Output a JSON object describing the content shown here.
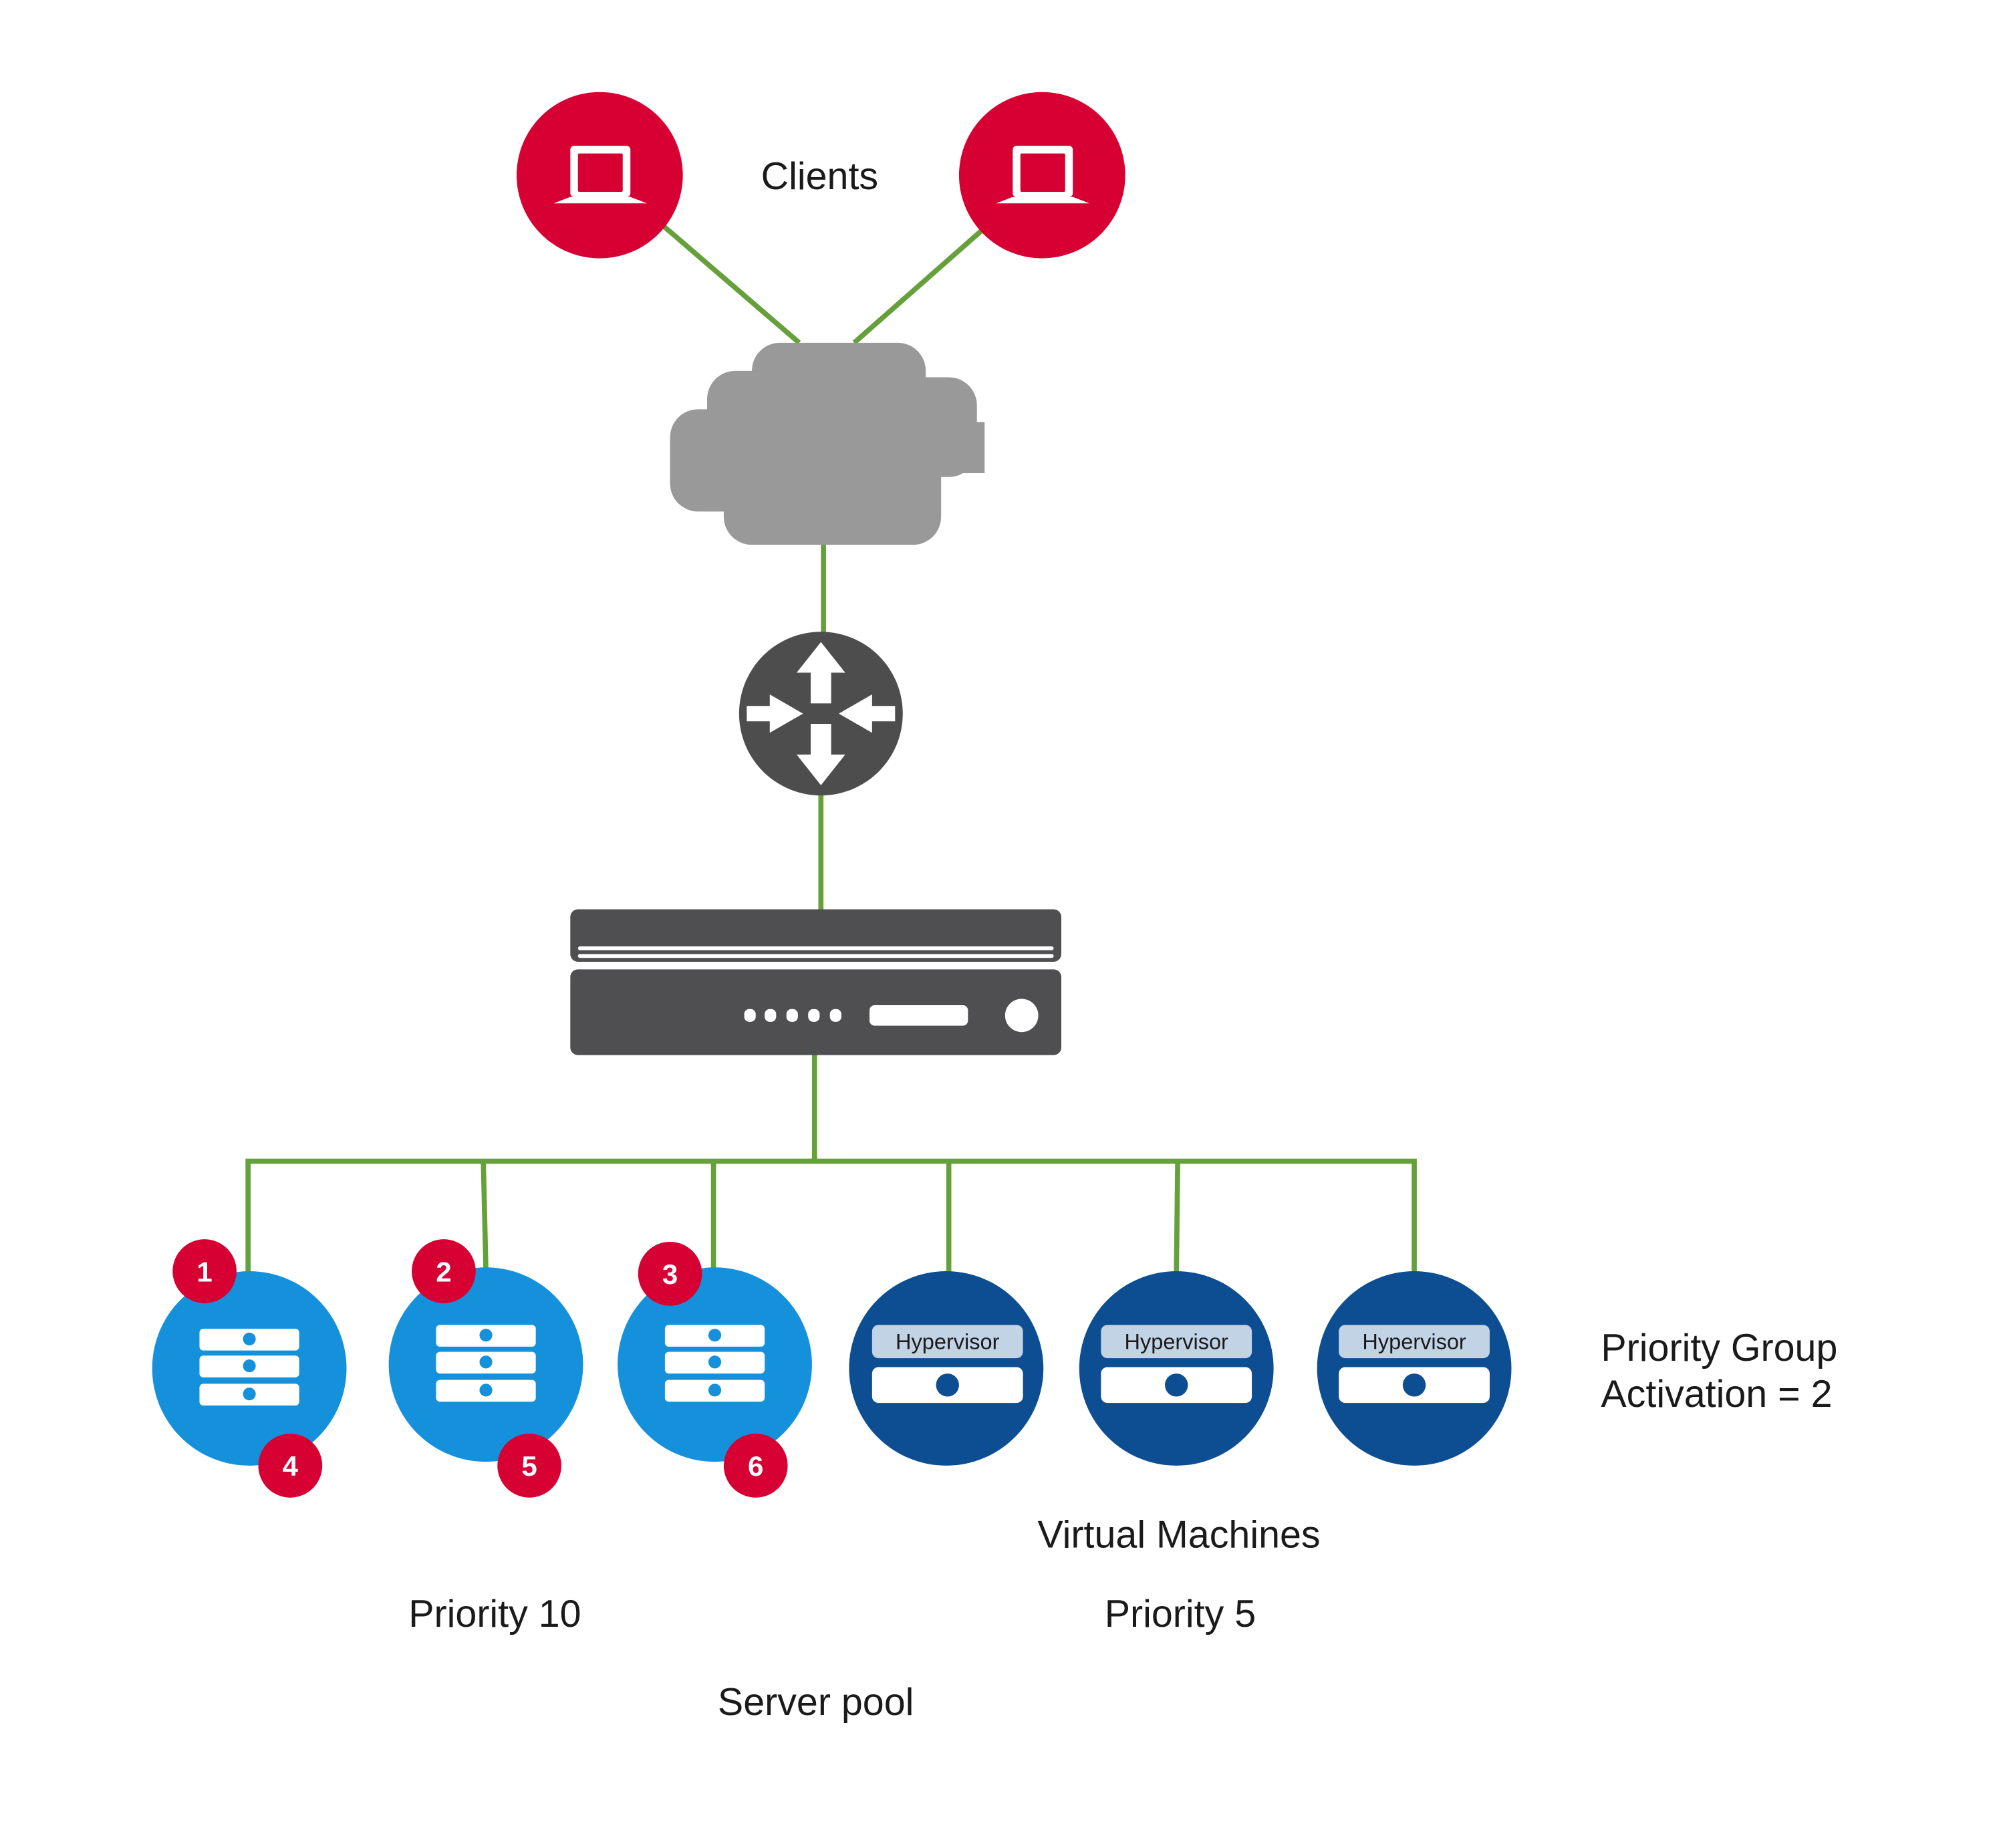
{
  "colors": {
    "client": "#d70032",
    "link": "#66a03a",
    "cloud": "#999999",
    "router": "#4d4d4d",
    "load_balancer": "#4f4f51",
    "server": "#1591dc",
    "hypervisor_node": "#0c4e91",
    "hypervisor_label_bg": "#c2d3e6",
    "badge": "#d70032"
  },
  "labels": {
    "clients": "Clients",
    "priority_group_line1": "Priority Group",
    "priority_group_line2": "Activation = 2",
    "virtual_machines": "Virtual Machines",
    "priority_10": "Priority 10",
    "priority_5": "Priority 5",
    "server_pool": "Server pool"
  },
  "clients": [
    {
      "icon": "laptop-icon"
    },
    {
      "icon": "laptop-icon"
    }
  ],
  "cloud": {
    "icon": "cloud-icon"
  },
  "router": {
    "icon": "router-icon"
  },
  "load_balancer": {
    "icon": "load-balancer-icon"
  },
  "servers": [
    {
      "icon": "server-icon",
      "badges": [
        "1",
        "4"
      ],
      "priority": "10"
    },
    {
      "icon": "server-icon",
      "badges": [
        "2",
        "5"
      ],
      "priority": "10"
    },
    {
      "icon": "server-icon",
      "badges": [
        "3",
        "6"
      ],
      "priority": "10"
    }
  ],
  "hypervisors": [
    {
      "label": "Hypervisor",
      "priority": "5"
    },
    {
      "label": "Hypervisor",
      "priority": "5"
    },
    {
      "label": "Hypervisor",
      "priority": "5"
    }
  ]
}
